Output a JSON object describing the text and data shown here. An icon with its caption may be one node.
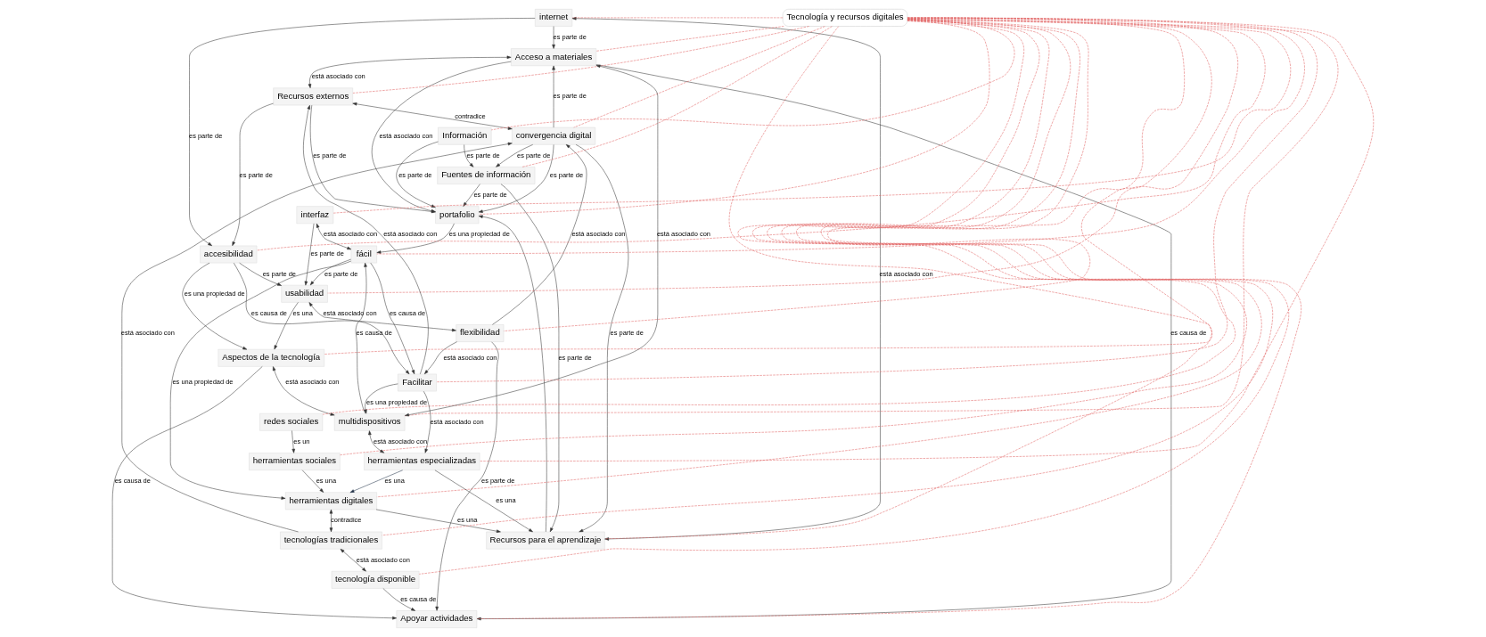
{
  "diagram": {
    "nodes": [
      {
        "text": [
          "internet"
        ]
      },
      {
        "text": [
          "Acceso a materiales"
        ]
      },
      {
        "text": [
          "Recursos externos"
        ]
      },
      {
        "text": [
          "convergencia digital"
        ]
      },
      {
        "text": [
          "Fuentes de información"
        ]
      },
      {
        "text": [
          "Recursos para el aprendizaje"
        ]
      },
      {
        "text": [
          "portafolio"
        ]
      },
      {
        "text": [
          "Información"
        ]
      },
      {
        "text": [
          "redes sociales"
        ]
      },
      {
        "text": [
          "herramientas sociales"
        ]
      },
      {
        "text": [
          "herramientas digitales"
        ]
      },
      {
        "text": [
          "tecnologías tradicionales"
        ]
      },
      {
        "text": [
          "tecnología disponible"
        ]
      },
      {
        "text": [
          "Apoyar actividades"
        ]
      },
      {
        "text": [
          "flexibilidad"
        ]
      },
      {
        "text": [
          "Aspectos de la tecnología"
        ]
      },
      {
        "text": [
          "Tecnología y recursos digitales"
        ]
      },
      {
        "text": [
          "usabilidad"
        ]
      },
      {
        "text": [
          "accesibilidad"
        ]
      },
      {
        "text": [
          "interfaz"
        ]
      },
      {
        "text": [
          "fácil"
        ]
      },
      {
        "text": [
          "Facilitar"
        ]
      },
      {
        "text": [
          "multidispositivos"
        ]
      },
      {
        "text": [
          "herramientas especializadas"
        ]
      }
    ],
    "edges": [
      {
        "from": 0,
        "to": 1,
        "arrow": "to",
        "label": "es parte de"
      },
      {
        "from": 1,
        "to": 2,
        "arrow": "both",
        "label": "está asociado con"
      },
      {
        "from": 10,
        "to": 5,
        "arrow": "to",
        "label": "es una"
      },
      {
        "from": 0,
        "to": 5,
        "arrow": "both",
        "label": "está asociado con"
      },
      {
        "from": 22,
        "to": 1,
        "arrow": "both",
        "label": "está asociado con"
      },
      {
        "from": 3,
        "to": 1,
        "arrow": "to",
        "label": "es parte de"
      },
      {
        "from": 1,
        "to": 6,
        "arrow": "to",
        "label": "está asociado con"
      },
      {
        "from": 2,
        "to": 6,
        "arrow": "to",
        "label": "es parte de"
      },
      {
        "from": 4,
        "to": 5,
        "arrow": "to",
        "label": "es parte de"
      },
      {
        "from": 3,
        "to": 5,
        "arrow": "to",
        "label": "es parte de"
      },
      {
        "from": 3,
        "to": 4,
        "arrow": "to",
        "label": "es parte de"
      },
      {
        "from": 4,
        "to": 6,
        "arrow": "to",
        "label": "es parte de"
      },
      {
        "from": 7,
        "to": 6,
        "arrow": "to",
        "label": "es parte de"
      },
      {
        "from": 7,
        "to": 4,
        "arrow": "to",
        "label": "es parte de"
      },
      {
        "from": 5,
        "to": 6,
        "arrow": "to"
      },
      {
        "from": 3,
        "to": 6,
        "arrow": "to",
        "label": "es parte de"
      },
      {
        "from": 2,
        "to": 3,
        "arrow": "both",
        "label": "contradice"
      },
      {
        "from": 11,
        "to": 3,
        "arrow": "to",
        "label": "está asociado con"
      },
      {
        "from": 14,
        "to": 3,
        "arrow": "to",
        "label": "está asociado con"
      },
      {
        "from": 9,
        "to": 10,
        "arrow": "to",
        "label": "es una"
      },
      {
        "from": 8,
        "to": 9,
        "arrow": "to",
        "label": "es un"
      },
      {
        "from": 10,
        "to": 11,
        "arrow": "both",
        "label": "contradice"
      },
      {
        "from": 11,
        "to": 12,
        "arrow": "both",
        "label": "está asociado con"
      },
      {
        "from": 12,
        "to": 13,
        "arrow": "to",
        "label": "es causa de"
      },
      {
        "from": 1,
        "to": 13,
        "arrow": "to",
        "label": "es causa de"
      },
      {
        "from": 15,
        "to": 13,
        "arrow": "to",
        "label": "es causa de"
      },
      {
        "from": 14,
        "to": 13,
        "arrow": "to",
        "label": "es parte de"
      },
      {
        "from": 2,
        "to": 18,
        "arrow": "to",
        "label": "es parte de"
      },
      {
        "from": 0,
        "to": 18,
        "arrow": "to",
        "label": "es parte de"
      },
      {
        "from": 18,
        "to": 15,
        "arrow": "to",
        "label": "es una propiedad de"
      },
      {
        "from": 17,
        "to": 15,
        "arrow": "to",
        "label": "es una"
      },
      {
        "from": 18,
        "to": 17,
        "arrow": "to",
        "label": "es parte de"
      },
      {
        "from": 19,
        "to": 17,
        "arrow": "to",
        "label": "es parte de"
      },
      {
        "from": 20,
        "to": 17,
        "arrow": "to",
        "label": "es parte de"
      },
      {
        "from": 17,
        "to": 14,
        "arrow": "both",
        "label": "está asociado con"
      },
      {
        "from": 20,
        "to": 10,
        "arrow": "to",
        "label": "es una propiedad de"
      },
      {
        "from": 18,
        "to": 21,
        "arrow": "to",
        "label": "es causa de"
      },
      {
        "from": 14,
        "to": 21,
        "arrow": "to",
        "label": "está asociado con"
      },
      {
        "from": 19,
        "to": 20,
        "arrow": "both",
        "label": "está asociado con"
      },
      {
        "from": 20,
        "to": 21,
        "arrow": "to",
        "label": "es causa de"
      },
      {
        "from": 22,
        "to": 20,
        "arrow": "to",
        "label": "es causa de"
      },
      {
        "from": 6,
        "to": 20,
        "arrow": "to",
        "label": "es una propiedad de"
      },
      {
        "from": 21,
        "to": 22,
        "arrow": "to",
        "label": "es una propiedad de"
      },
      {
        "from": 21,
        "to": 23,
        "arrow": "to",
        "label": "está asociado con"
      },
      {
        "from": 15,
        "to": 22,
        "arrow": "both",
        "label": "está asociado con"
      },
      {
        "from": 22,
        "to": 23,
        "arrow": "both",
        "label": "está asociado con"
      },
      {
        "from": 23,
        "to": 5,
        "arrow": "to",
        "label": "es una"
      },
      {
        "from": 23,
        "to": 10,
        "arrow": "to",
        "label": "es una",
        "color": "#1f2f45"
      },
      {
        "from": 21,
        "to": 2,
        "arrow": "to",
        "label": "está asociado con"
      },
      {
        "from": 16,
        "to": 0,
        "arrow": "none",
        "style": "dashed",
        "color": "#e06060"
      },
      {
        "from": 16,
        "to": 1,
        "arrow": "none",
        "style": "dashed",
        "color": "#e06060"
      },
      {
        "from": 16,
        "to": 2,
        "arrow": "none",
        "style": "dashed",
        "color": "#e06060"
      },
      {
        "from": 16,
        "to": 3,
        "arrow": "none",
        "style": "dashed",
        "color": "#e06060"
      },
      {
        "from": 16,
        "to": 4,
        "arrow": "none",
        "style": "dashed",
        "color": "#e06060"
      },
      {
        "from": 16,
        "to": 5,
        "arrow": "none",
        "style": "dashed",
        "color": "#e06060"
      },
      {
        "from": 16,
        "to": 6,
        "arrow": "none",
        "style": "dashed",
        "color": "#e06060"
      },
      {
        "from": 16,
        "to": 7,
        "arrow": "none",
        "style": "dashed",
        "color": "#e06060"
      },
      {
        "from": 16,
        "to": 8,
        "arrow": "none",
        "style": "dashed",
        "color": "#e06060"
      },
      {
        "from": 16,
        "to": 9,
        "arrow": "none",
        "style": "dashed",
        "color": "#e06060"
      },
      {
        "from": 16,
        "to": 10,
        "arrow": "none",
        "style": "dashed",
        "color": "#e06060"
      },
      {
        "from": 16,
        "to": 11,
        "arrow": "none",
        "style": "dashed",
        "color": "#e06060"
      },
      {
        "from": 16,
        "to": 12,
        "arrow": "none",
        "style": "dashed",
        "color": "#e06060"
      },
      {
        "from": 16,
        "to": 13,
        "arrow": "none",
        "style": "dashed",
        "color": "#e06060"
      },
      {
        "from": 16,
        "to": 14,
        "arrow": "none",
        "style": "dashed",
        "color": "#e06060"
      },
      {
        "from": 16,
        "to": 15,
        "arrow": "none",
        "style": "dashed",
        "color": "#e06060"
      },
      {
        "from": 16,
        "to": 17,
        "arrow": "none",
        "style": "dashed",
        "color": "#e06060"
      },
      {
        "from": 16,
        "to": 18,
        "arrow": "none",
        "style": "dashed",
        "color": "#e06060"
      },
      {
        "from": 16,
        "to": 19,
        "arrow": "none",
        "style": "dashed",
        "color": "#e06060"
      },
      {
        "from": 16,
        "to": 20,
        "arrow": "none",
        "style": "dashed",
        "color": "#e06060"
      },
      {
        "from": 16,
        "to": 21,
        "arrow": "none",
        "style": "dashed",
        "color": "#e06060"
      },
      {
        "from": 16,
        "to": 22,
        "arrow": "none",
        "style": "dashed",
        "color": "#e06060"
      },
      {
        "from": 16,
        "to": 23,
        "arrow": "none",
        "style": "dashed",
        "color": "#e06060"
      }
    ]
  }
}
